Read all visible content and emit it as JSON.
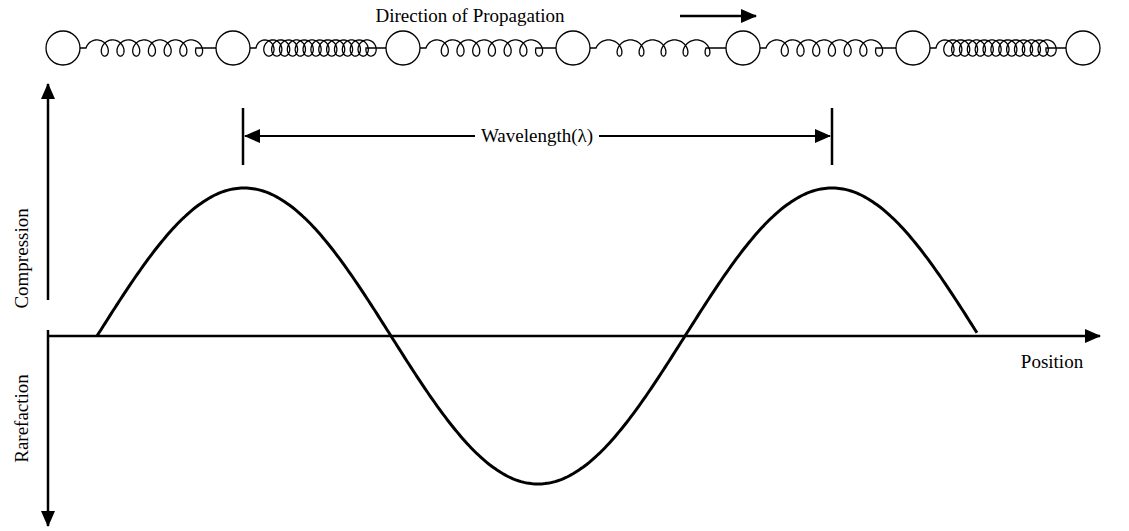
{
  "diagram": {
    "labels": [
      "Direction of Propagation",
      "Wavelength(λ)",
      "Compression",
      "Rarefaction",
      "Position"
    ]
  }
}
